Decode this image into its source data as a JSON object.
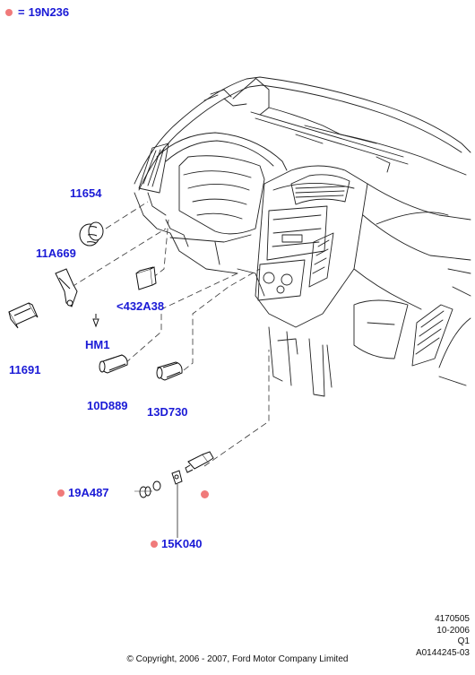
{
  "legend": {
    "equals": "=",
    "part": "19N236",
    "marker_color": "#f07a7a"
  },
  "labels": {
    "p11654": "11654",
    "p11A669": "11A669",
    "p432A38": "<432A38",
    "pHM1": "HM1",
    "p11691": "11691",
    "p10D889": "10D889",
    "p13D730": "13D730",
    "p19A487": "19A487",
    "p15K040": "15K040"
  },
  "footer": {
    "ref": "4170505",
    "date": "10-2006",
    "q": "Q1",
    "code": "A0144245-03",
    "copyright": "© Copyright, 2006 - 2007, Ford Motor Company Limited"
  },
  "colors": {
    "label": "#1a1ad6",
    "marker": "#f07a7a",
    "line": "#222222"
  }
}
